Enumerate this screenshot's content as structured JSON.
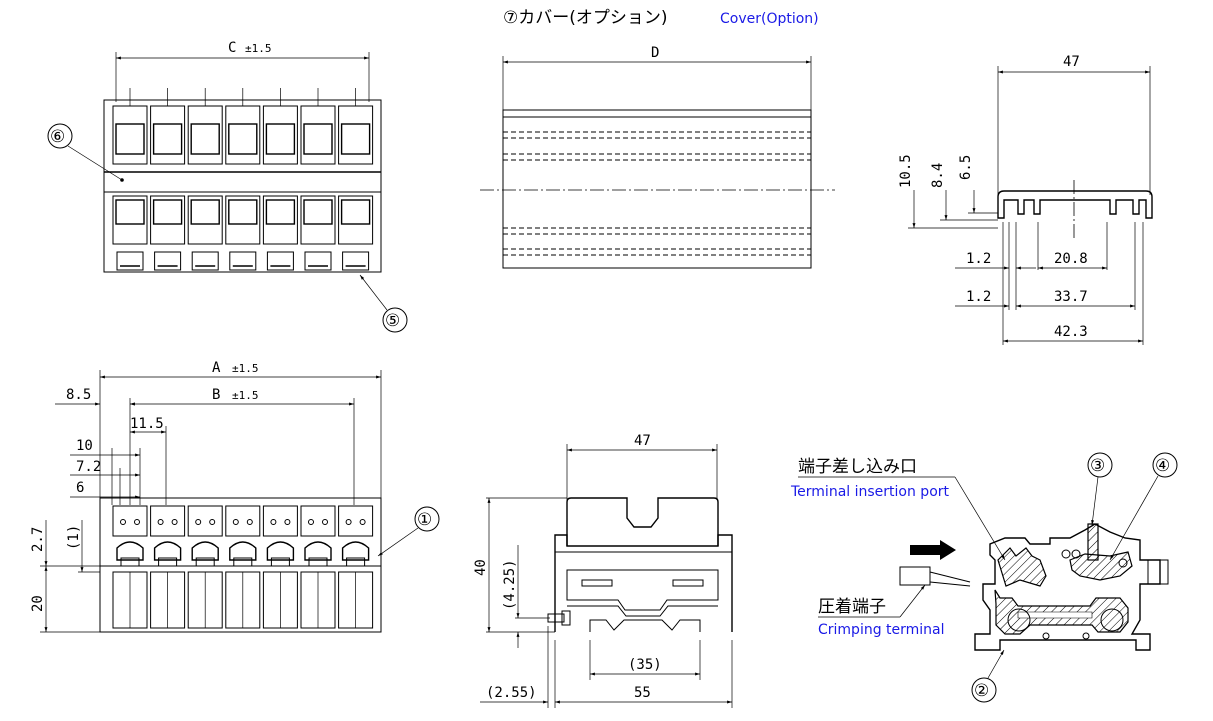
{
  "title": {
    "jp": "⑦カバー(オプション)",
    "en": "Cover(Option)"
  },
  "top_view": {
    "dim_c": "C",
    "tol_c": "±1.5",
    "callout_6": "⑥",
    "callout_5": "⑤"
  },
  "cover_front": {
    "dim_d": "D"
  },
  "cover_side": {
    "dim_47": "47",
    "dim_10_5": "10.5",
    "dim_8_4": "8.4",
    "dim_6_5": "6.5",
    "dim_1_2_a": "1.2",
    "dim_20_8": "20.8",
    "dim_1_2_b": "1.2",
    "dim_33_7": "33.7",
    "dim_42_3": "42.3"
  },
  "front_view": {
    "dim_a": "A",
    "tol_a": "±1.5",
    "dim_8_5": "8.5",
    "dim_b": "B",
    "tol_b": "±1.5",
    "dim_11_5": "11.5",
    "dim_10": "10",
    "dim_7_2": "7.2",
    "dim_6": "6",
    "dim_2_7": "2.7",
    "dim_1": "(1)",
    "dim_20": "20",
    "callout_1": "①"
  },
  "end_view": {
    "dim_47": "47",
    "dim_40": "40",
    "dim_4_25": "(4.25)",
    "dim_35": "(35)",
    "dim_2_55": "(2.55)",
    "dim_55": "55"
  },
  "section_view": {
    "insertion_jp": "端子差し込み口",
    "insertion_en": "Terminal insertion port",
    "crimp_jp": "圧着端子",
    "crimp_en": "Crimping terminal",
    "callout_2": "②",
    "callout_3": "③",
    "callout_4": "④"
  }
}
